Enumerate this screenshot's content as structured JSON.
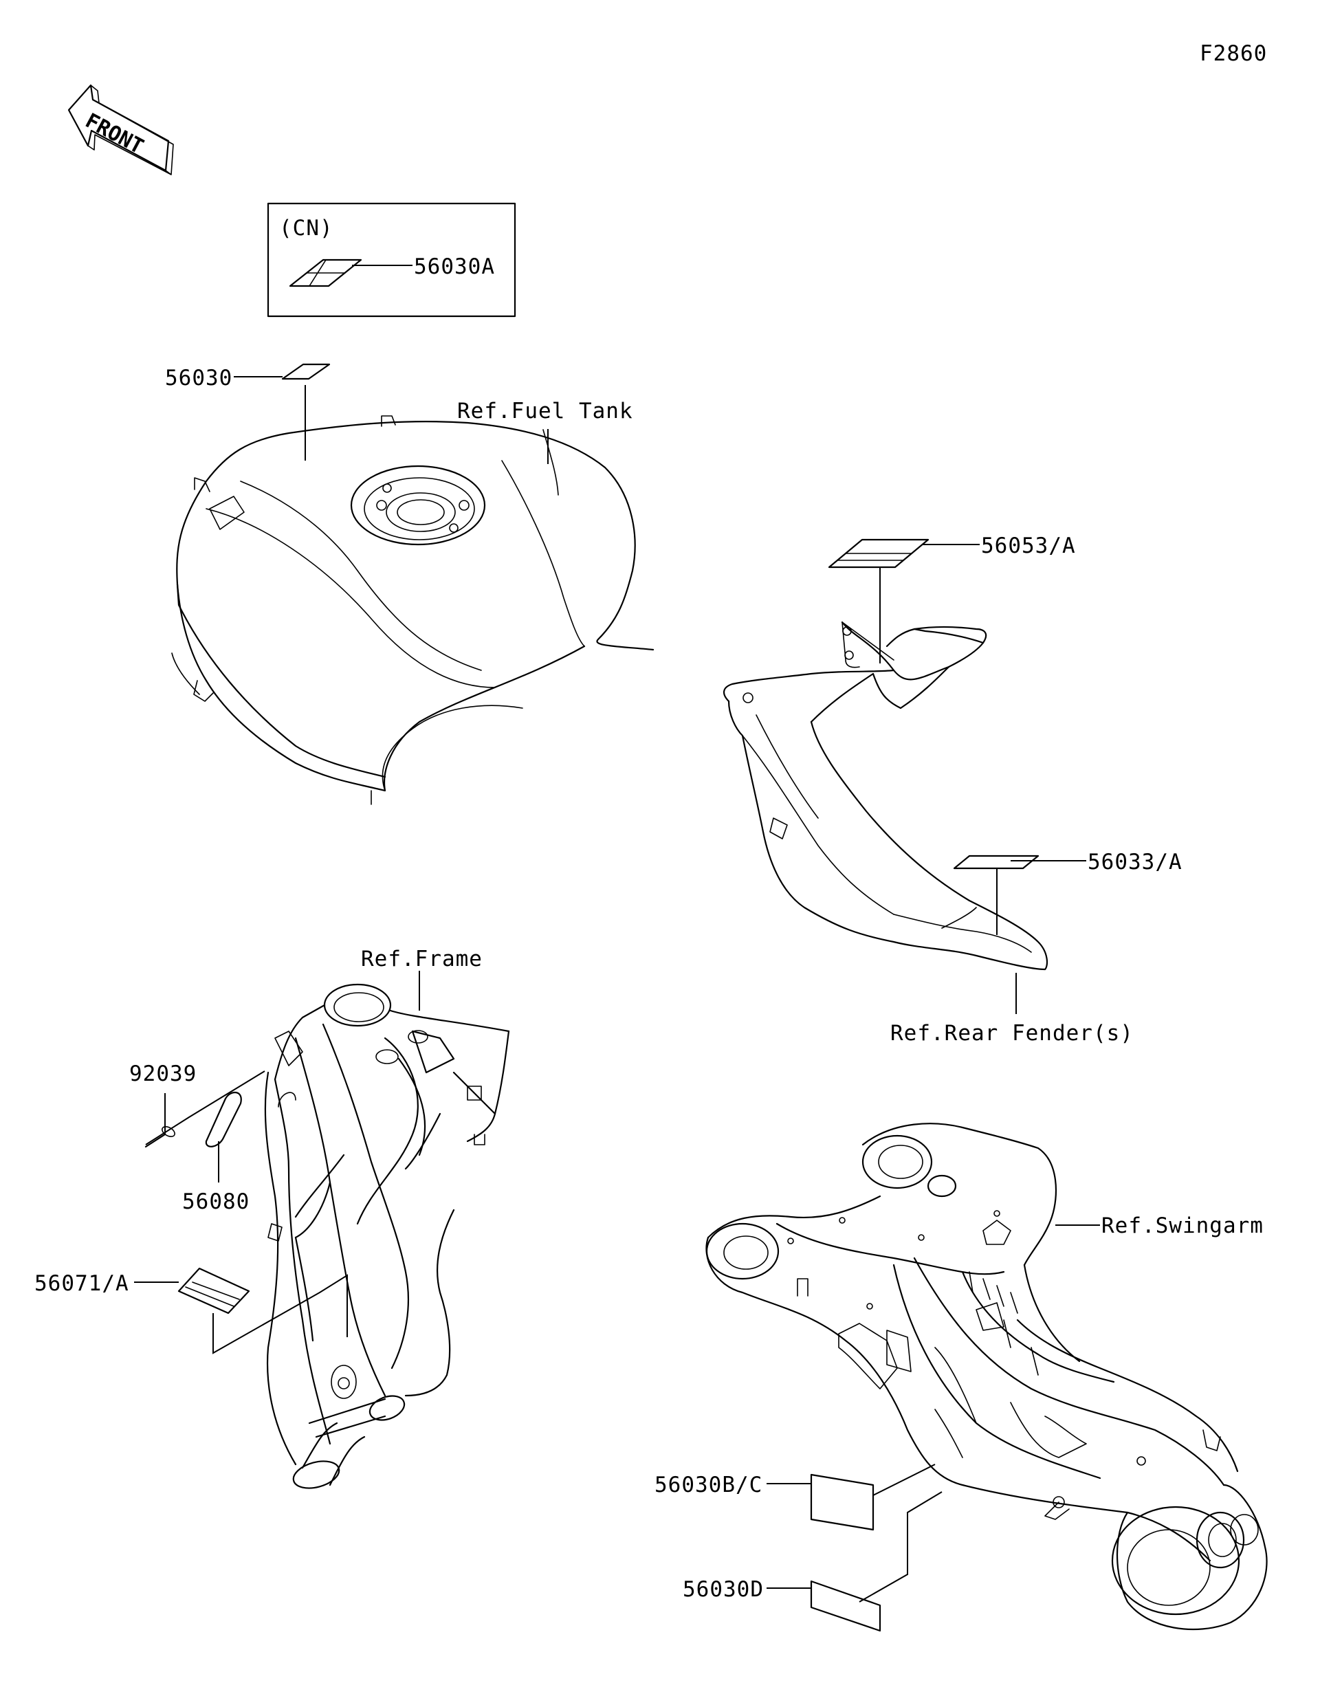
{
  "figure_code": "F2860",
  "front_arrow": {
    "text": "FRONT",
    "icon": "front-arrow-icon"
  },
  "region_box": {
    "region": "(CN)",
    "part": "56030A"
  },
  "parts": {
    "p56030": "56030",
    "p56053": "56053/A",
    "p56033": "56033/A",
    "p92039": "92039",
    "p56080": "56080",
    "p56071": "56071/A",
    "p56030bc": "56030B/C",
    "p56030d": "56030D"
  },
  "refs": {
    "fuel_tank": "Ref.Fuel Tank",
    "rear_fender": "Ref.Rear Fender(s)",
    "frame": "Ref.Frame",
    "swingarm": "Ref.Swingarm"
  }
}
